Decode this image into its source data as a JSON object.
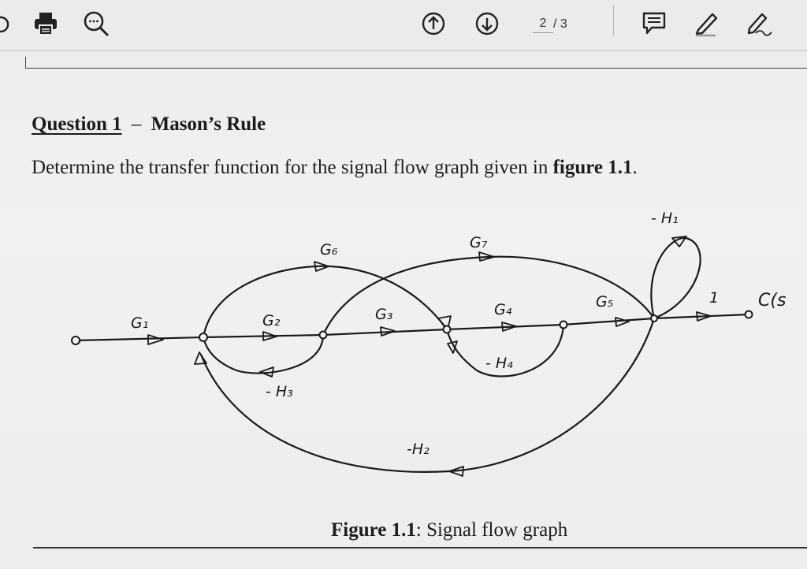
{
  "toolbar": {
    "icons": [
      "back-icon",
      "print-icon",
      "search-icon",
      "arrow-up-icon",
      "arrow-down-icon",
      "comment-icon",
      "pen-icon",
      "sign-icon"
    ],
    "page_current": "2",
    "page_total": "/ 3"
  },
  "document": {
    "question_label": "Question 1",
    "question_dash": "–",
    "question_topic": "Mason’s Rule",
    "question_body": "Determine the transfer function for the signal flow graph given in",
    "question_ref": "figure 1.1",
    "question_end": ".",
    "figure_caption_label": "Figure 1.1",
    "figure_caption_text": ": Signal flow graph"
  },
  "figure": {
    "labels": {
      "g1": "G₁",
      "g2": "G₂",
      "g3": "G₃",
      "g4": "G₄",
      "g5": "G₅",
      "g6": "G₆",
      "g7": "G₇",
      "h1": "- H₁",
      "h2": "-H₂",
      "h3": "- H₃",
      "h4": "- H₄",
      "one": "1",
      "output": "C(s"
    }
  },
  "colors": {
    "ink": "#1a1a1a",
    "paper": "#f0f0f0"
  }
}
